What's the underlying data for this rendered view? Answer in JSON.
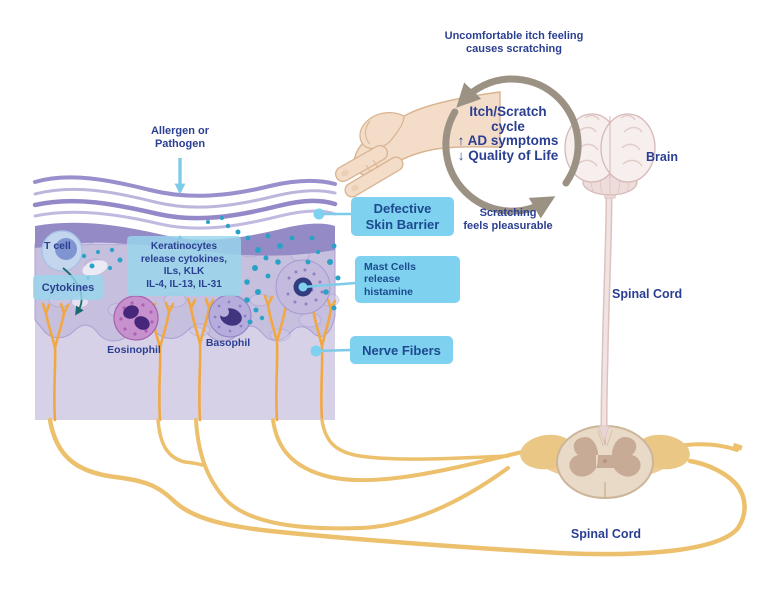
{
  "colors": {
    "navy_text": "#2b3f92",
    "callout_blue": "#7ed2f0",
    "cycle_arrow_gray": "#9b9284",
    "nerve_yellow": "#f0a843",
    "fiber_yellow": "#ecc06d",
    "cytokine_teal": "#2aa2c8",
    "skin_purple": "#8f82c6"
  },
  "skin_diagram": {
    "allergen_label": {
      "line1": "Allergen or",
      "line2": "Pathogen"
    },
    "t_cell_label": "T cell",
    "cytokines_label": "Cytokines",
    "keratinocytes_label": {
      "line1": "Keratinocytes",
      "line2": "release cytokines,",
      "line3": "ILs, KLK",
      "line4": "IL-4, IL-13, IL-31"
    },
    "eosinophil_label": "Eosinophil",
    "basophil_label": "Basophil"
  },
  "callouts": {
    "defective": {
      "line1": "Defective",
      "line2": "Skin Barrier"
    },
    "mast": {
      "line1": "Mast Cells",
      "line2": "release",
      "line3": "histamine"
    },
    "nerve": {
      "label": "Nerve Fibers"
    }
  },
  "cycle": {
    "top": {
      "line1": "Uncomfortable itch feeling",
      "line2": "causes scratching"
    },
    "center": {
      "line1": "Itch/Scratch",
      "line2": "cycle",
      "line3": "↑ AD symptoms",
      "line4": "↓ Quality of Life"
    },
    "bottom": {
      "line1": "Scratching",
      "line2": "feels pleasurable"
    }
  },
  "nervous_system": {
    "brain_label": "Brain",
    "spinal_cord_side_label": "Spinal Cord",
    "spinal_cord_bottom_label": "Spinal Cord"
  }
}
